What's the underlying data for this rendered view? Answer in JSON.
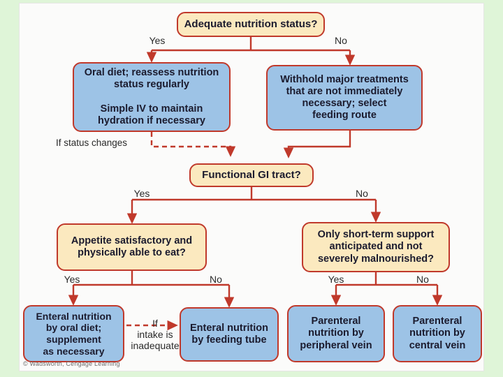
{
  "diagram": {
    "title_node": "Adequate nutrition status?",
    "credit": "© Wadsworth, Cengage Learning",
    "colors": {
      "background": "#dff5d8",
      "canvas": "#fbfbfa",
      "decision_fill": "#fbe9bf",
      "action_fill": "#9dc3e6",
      "border": "#c0392b",
      "connector": "#c0392b",
      "text": "#1b1b2e"
    },
    "nodes": [
      {
        "id": "n1",
        "type": "decision",
        "text": "Adequate nutrition status?"
      },
      {
        "id": "n2",
        "type": "action",
        "text": "Oral diet; reassess nutrition\nstatus regularly\n\nSimple IV to maintain\nhydration if necessary"
      },
      {
        "id": "n3",
        "type": "action",
        "text": "Withhold major treatments\nthat are not immediately\nnecessary; select\nfeeding route"
      },
      {
        "id": "n4",
        "type": "decision",
        "text": "Functional GI tract?"
      },
      {
        "id": "n5",
        "type": "decision",
        "text": "Appetite satisfactory and\nphysically able to eat?"
      },
      {
        "id": "n6",
        "type": "decision",
        "text": "Only short-term support\nanticipated and not\nseverely malnourished?"
      },
      {
        "id": "n7",
        "type": "action",
        "text": "Enteral nutrition\nby oral diet;\nsupplement\nas necessary"
      },
      {
        "id": "n8",
        "type": "action",
        "text": "Enteral nutrition\nby feeding tube"
      },
      {
        "id": "n9",
        "type": "action",
        "text": "Parenteral\nnutrition by\nperipheral vein"
      },
      {
        "id": "n10",
        "type": "action",
        "text": "Parenteral\nnutrition by\ncentral vein"
      }
    ],
    "edge_labels": {
      "yes1": "Yes",
      "no1": "No",
      "if_status_changes": "If status changes",
      "yes2": "Yes",
      "no2": "No",
      "yes3": "Yes",
      "no3": "No",
      "yes4": "Yes",
      "no4": "No",
      "if_intake_inadequate": "If\nintake is\ninadequate"
    }
  }
}
